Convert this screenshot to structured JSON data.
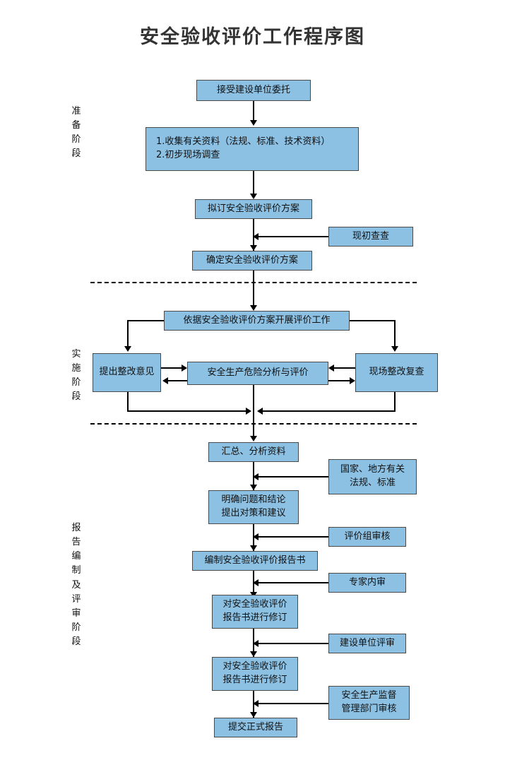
{
  "title": "安全验收评价工作程序图",
  "stages": [
    {
      "id": "preparation",
      "label": "准备阶段"
    },
    {
      "id": "implementation",
      "label": "实施阶段"
    },
    {
      "id": "reporting",
      "label": "报告编制及评审阶段"
    }
  ],
  "nodes": {
    "accept_commission": "接受建设单位委托",
    "collect_data": "1.收集有关资料（法规、标准、技术资料）\n2.初步现场调查",
    "draft_plan": "拟订安全验收评价方案",
    "preliminary_survey": "现初查查",
    "confirm_plan": "确定安全验收评价方案",
    "carry_out_evaluation": "依据安全验收评价方案开展评价工作",
    "rectification_opinion": "提出整改意见",
    "hazard_analysis": "安全生产危险分析与评价",
    "onsite_recheck": "现场整改复查",
    "summarize_data": "汇总、分析资料",
    "national_local_regs": "国家、地方有关\n法规、标准",
    "clarify_conclusion": "明确问题和结论\n提出对策和建议",
    "review_group": "评价组审核",
    "compile_report": "编制安全验收评价报告书",
    "expert_internal_review": "专家内审",
    "revise_report_1": "对安全验收评价\n报告书进行修订",
    "construction_unit_review": "建设单位评审",
    "revise_report_2": "对安全验收评价\n报告书进行修订",
    "safety_supervision_review": "安全生产监督\n管理部门审核",
    "submit_final_report": "提交正式报告"
  },
  "colors": {
    "box_fill": "#8CC1E4",
    "box_border": "#4a4a4a",
    "line": "#000000",
    "title": "#333333",
    "background": "#ffffff"
  }
}
